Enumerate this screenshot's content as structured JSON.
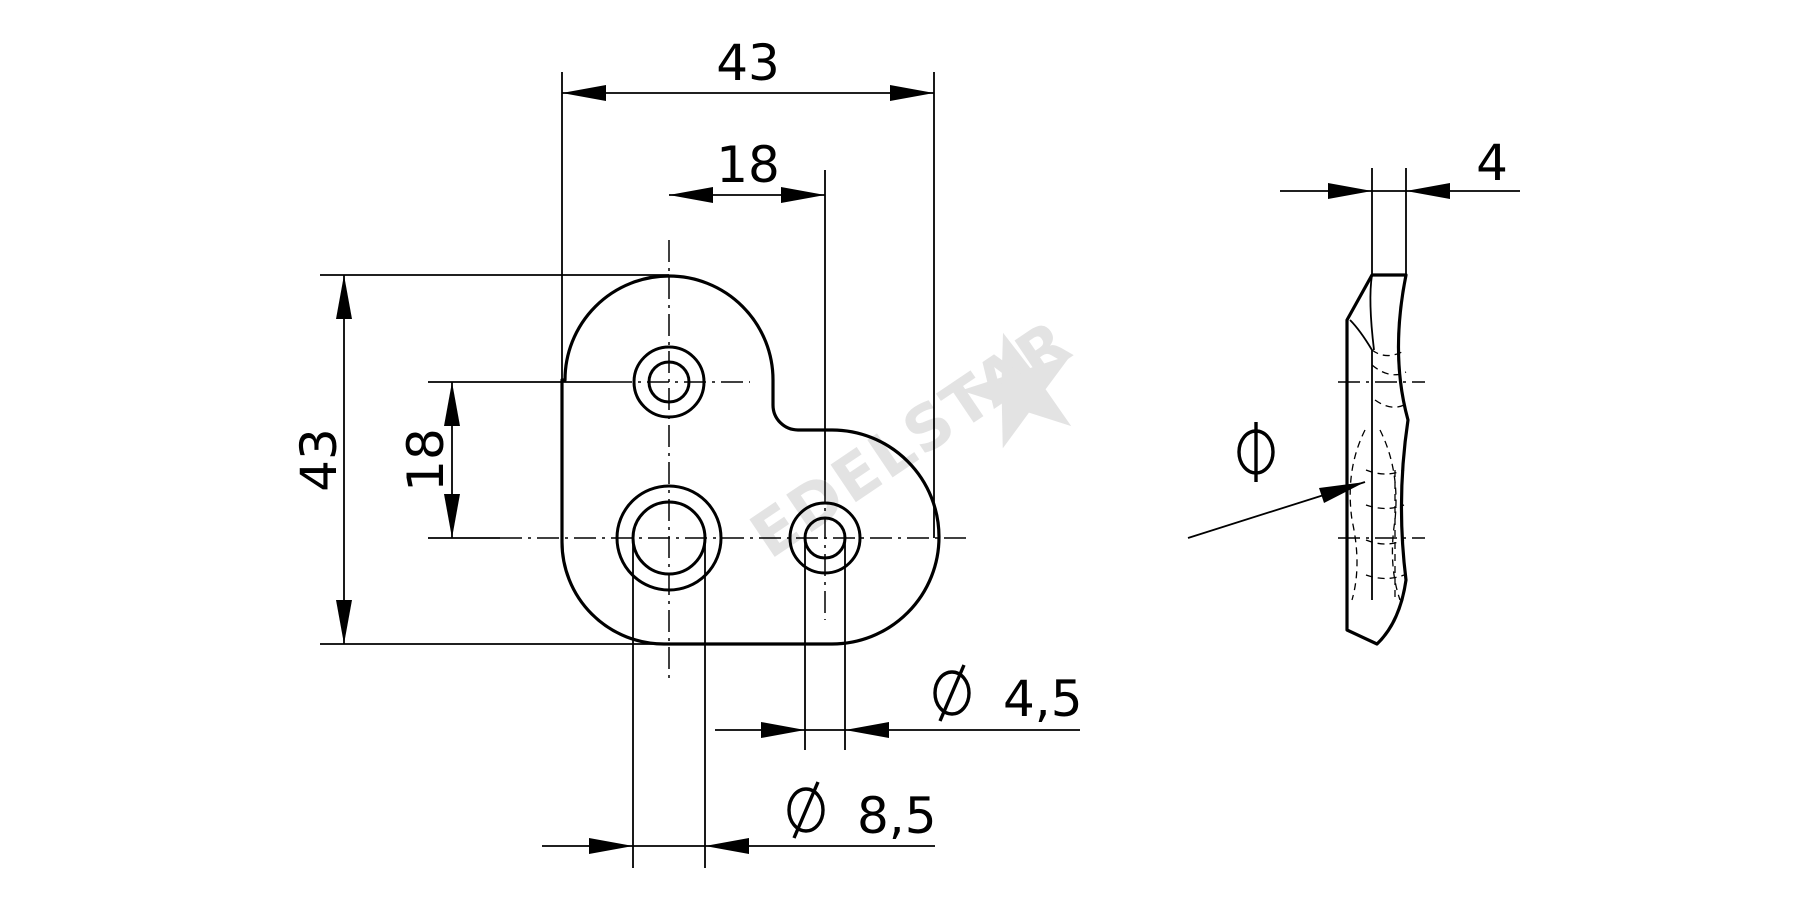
{
  "watermark": {
    "text": "EDELSTAR"
  },
  "dimensions": {
    "overall_width": "43",
    "hole_spacing_x": "18",
    "overall_height": "43",
    "hole_spacing_y": "18",
    "small_hole_dia": "4,5",
    "large_hole_dia": "8,5",
    "thickness": "4"
  },
  "symbols": {
    "diameter": "diameter-symbol"
  },
  "colors": {
    "line": "#000000",
    "watermark": "#e3e3e3",
    "background": "#ffffff"
  }
}
